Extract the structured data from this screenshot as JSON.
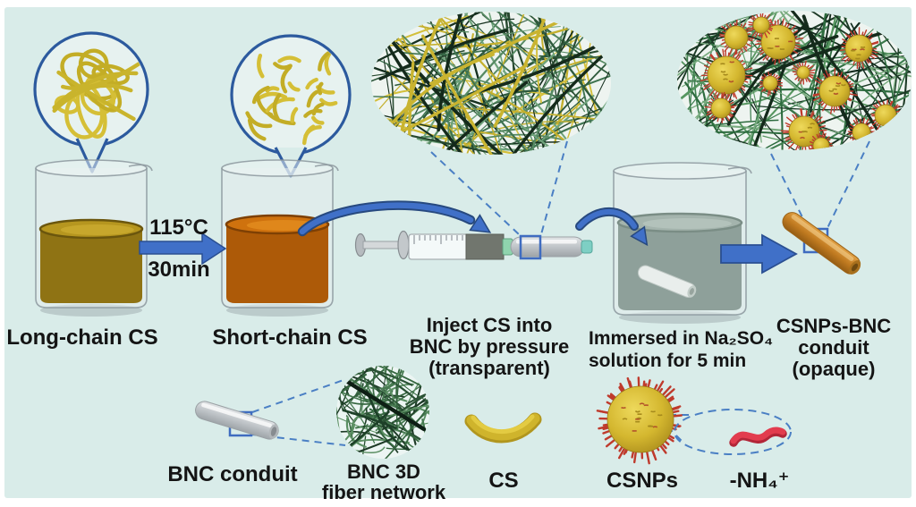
{
  "background": {
    "panel": "#d9ece9",
    "border": "#ffffff"
  },
  "colors": {
    "arrow_blue": "#4070c8",
    "arrow_outline": "#2a4f92",
    "bubble_outline": "#2c5a9e",
    "dashed_blue": "#4a7fc4",
    "chain_yellow": "#ccb62c",
    "fiber_green": "#2e5a3c",
    "csnp_yellow": "#d4b72f",
    "spike_red": "#bf3a2c",
    "nh4_red": "#e23c4e",
    "conduit_orange": "#c9842b",
    "conduit_grey": "#c6cacd"
  },
  "process": {
    "step1": {
      "label": "Long-chain CS"
    },
    "step2": {
      "label": "Short-chain CS",
      "condition_temp": "115°C",
      "condition_time": "30min"
    },
    "step3": {
      "caption": [
        "Inject CS into",
        "BNC by pressure",
        "(transparent)"
      ]
    },
    "step4": {
      "caption": [
        "Immersed in Na₂SO₄",
        "solution for 5 min"
      ]
    },
    "step5": {
      "caption": [
        "CSNPs-BNC",
        "conduit",
        "(opaque)"
      ]
    }
  },
  "legend": {
    "bnc_conduit": "BNC conduit",
    "bnc_fiber": [
      "BNC 3D",
      "fiber network"
    ],
    "cs": "CS",
    "csnps": "CSNPs",
    "nh4": "-NH₄⁺"
  },
  "icons": [
    "beaker-icon",
    "speech-bubble-icon",
    "syringe-icon",
    "fiber-network-icon",
    "nanoparticle-icon",
    "conduit-icon",
    "zoom-square-icon",
    "magnifier-dashed-oval-icon"
  ]
}
